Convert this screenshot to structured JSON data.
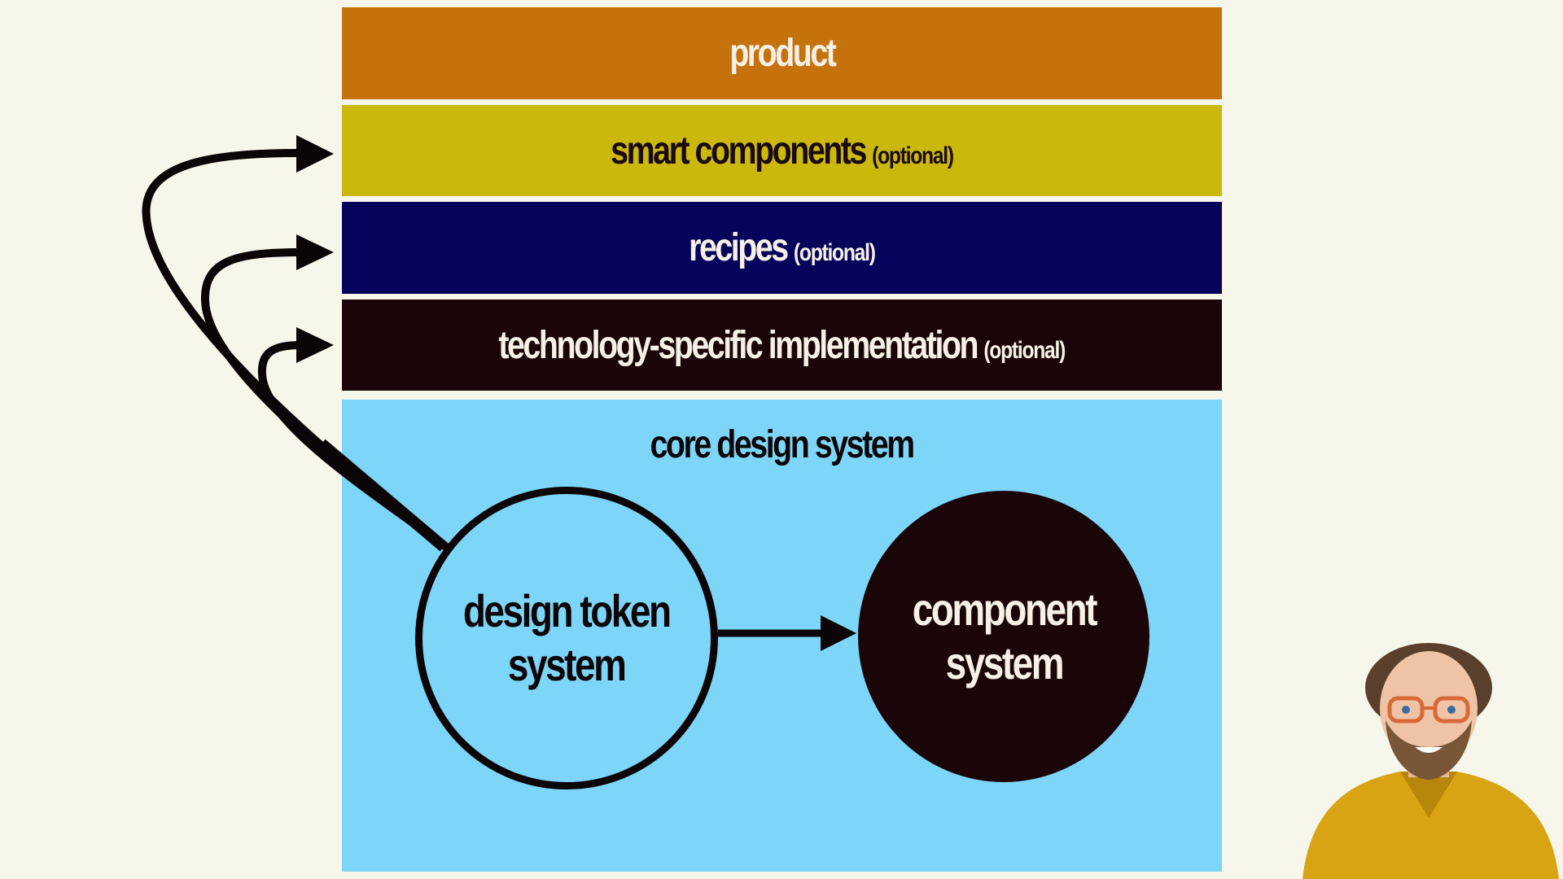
{
  "diagram": {
    "layers": {
      "product": {
        "label": "product",
        "color": "#c6720c",
        "text_color": "#f6f0e6"
      },
      "smart_components": {
        "label": "smart components",
        "optional": "(optional)",
        "color": "#cbb80c",
        "text_color": "#1a0a10"
      },
      "recipes": {
        "label": "recipes",
        "optional": "(optional)",
        "color": "#05045a",
        "text_color": "#f6f0e6"
      },
      "technology": {
        "label": "technology-specific implementation",
        "optional": "(optional)",
        "color": "#1a0508",
        "text_color": "#f6f0e6"
      },
      "core": {
        "label": "core design system",
        "color": "#7dd6f8",
        "text_color": "#0c0508"
      }
    },
    "nodes": {
      "design_token_system": {
        "label": "design token\nsystem",
        "text_color": "#0c0508"
      },
      "component_system": {
        "label": "component\nsystem",
        "text_color": "#f6f0e6"
      }
    },
    "colors": {
      "background": "#f6f6ea",
      "arrow": "#0c0508"
    }
  },
  "presenter": {
    "shirt_color": "#d9a414",
    "glasses_color": "#d86a3a",
    "hair_color": "#5a3f2c"
  }
}
